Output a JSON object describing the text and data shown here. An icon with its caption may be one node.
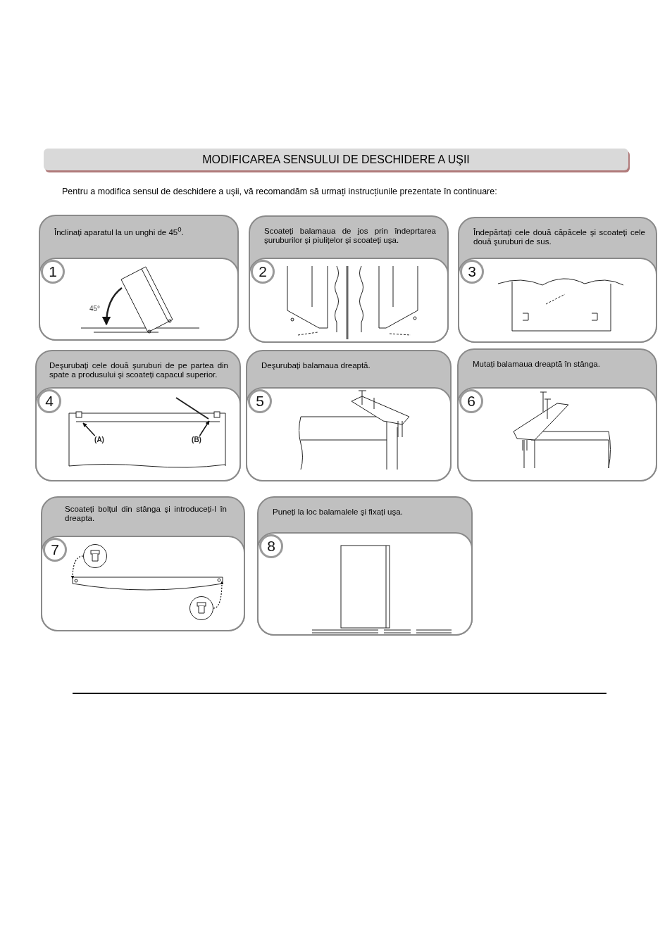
{
  "diagram": {
    "title": "MODIFICAREA SENSULUI DE DESCHIDERE A UŞII",
    "nodes": [
      {
        "text": [
          "Înclinați aparatul la un unghi de 45$^{0}$."
        ]
      },
      {
        "text": [
          "1"
        ],
        "in": 0
      },
      {
        "text": [
          "Scoateți balamaua de jos prin îndeprtarea şuruburilor şi piulițelor şi scoateți uşa."
        ]
      },
      {
        "text": [
          "2"
        ],
        "in": 2
      },
      {
        "text": [
          "Îndepărtați cele două căpăcele şi scoateți cele două şuruburi de sus."
        ]
      },
      {
        "text": [
          "3"
        ],
        "in": 4
      },
      {
        "text": [
          "Deşurubați cele două şuruburi de pe partea din spate a produsului şi scoateți capacul superior."
        ]
      },
      {
        "text": [
          "4"
        ],
        "in": 6
      },
      {
        "text": [
          "(A)"
        ],
        "in": 6
      },
      {
        "text": [
          "(B)"
        ],
        "in": 6
      },
      {
        "text": [
          "Deşurubați balamaua dreaptă."
        ]
      },
      {
        "text": [
          "5"
        ],
        "in": 10
      },
      {
        "text": [
          "Mutați balamaua dreaptă în stânga."
        ]
      },
      {
        "text": [
          "6"
        ],
        "in": 12
      },
      {
        "text": [
          "Scoateți bolțul din stânga şi introduceți-l în dreapta."
        ]
      },
      {
        "text": [
          "7"
        ],
        "in": 14
      },
      {
        "text": [],
        "shape": "circle",
        "in": 14
      },
      {
        "text": [],
        "shape": "circle",
        "in": 14
      },
      {
        "text": [
          "Puneți la loc balamalele şi fixați uşa."
        ]
      },
      {
        "text": [
          "8"
        ],
        "in": 18
      }
    ],
    "edges": [
      {
        "from": 8,
        "to": null,
        "arrow": "to"
      },
      {
        "from": 9,
        "to": null,
        "arrow": "to"
      },
      {
        "from": 16,
        "to": null,
        "arrow": "to",
        "style": "dashed"
      },
      {
        "from": 17,
        "to": null,
        "arrow": "to",
        "style": "dashed"
      }
    ],
    "labels": [
      "Pentru a modifica sensul de deschidere a uşii, vă recomandăm să urmați instrucțiunile prezentate în continuare:",
      "45°"
    ]
  }
}
